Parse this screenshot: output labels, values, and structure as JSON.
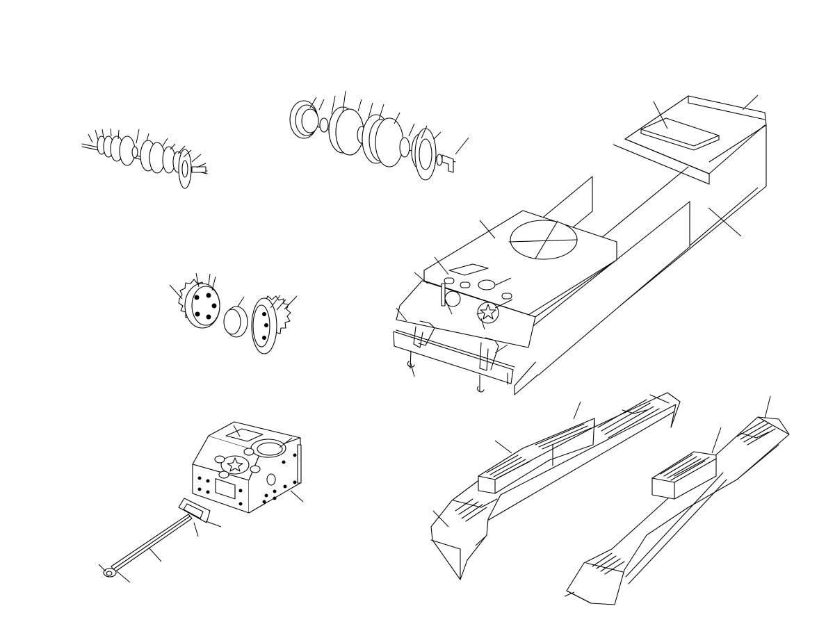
{
  "figure": {
    "kind": "exploded-parts-drawing",
    "background": "#ffffff",
    "ink": "#000000",
    "assemblies": [
      "small-bearing-stack",
      "large-bearing-stack",
      "sprocket-assembly",
      "main-chassis",
      "gearbox",
      "axle",
      "left-track",
      "right-track"
    ]
  }
}
